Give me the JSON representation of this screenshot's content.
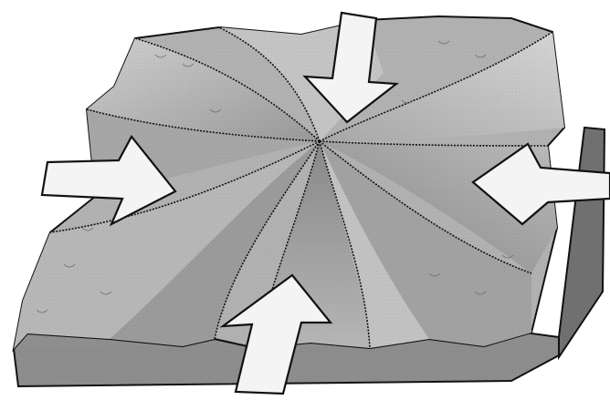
{
  "figure": {
    "subject": "block-diagram-terrain-with-converging-ridges",
    "palette": {
      "background": "#ffffff",
      "surface_light": "#c9c9c9",
      "surface_mid": "#a6a6a6",
      "surface_dark": "#7a7a7a",
      "block_side": "#8e8e8e",
      "block_side_dark": "#6f6f6f",
      "arrow_fill": "#f4f4f4",
      "outline": "#111111"
    },
    "arrows": [
      {
        "id": "top",
        "direction": "down"
      },
      {
        "id": "left",
        "direction": "right"
      },
      {
        "id": "right",
        "direction": "left"
      },
      {
        "id": "bottom",
        "direction": "up"
      }
    ]
  }
}
